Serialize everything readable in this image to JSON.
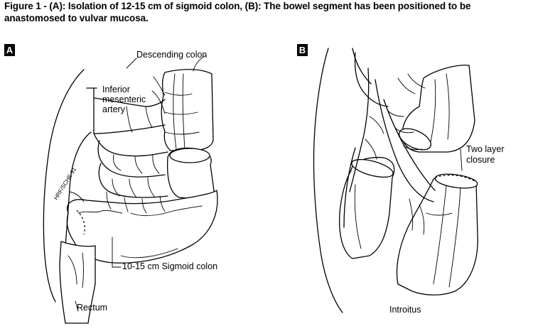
{
  "caption": "Figure 1 - (A): Isolation of 12-15 cm of sigmoid colon, (B): The bowel segment has been positioned to be anastomosed to vulvar mucosa.",
  "panel_a": {
    "tag": "A",
    "labels": {
      "descending_colon": "Descending colon",
      "ima_line1": "Inferior",
      "ima_line2": "mesenteric",
      "ima_line3": "artery",
      "sigmoid": "10-15 cm Sigmoid colon",
      "rectum": "Rectum",
      "signature": "HRF/SCHE 91"
    }
  },
  "panel_b": {
    "tag": "B",
    "labels": {
      "closure_line1": "Two layer",
      "closure_line2": "closure",
      "introitus": "Introitus"
    }
  }
}
